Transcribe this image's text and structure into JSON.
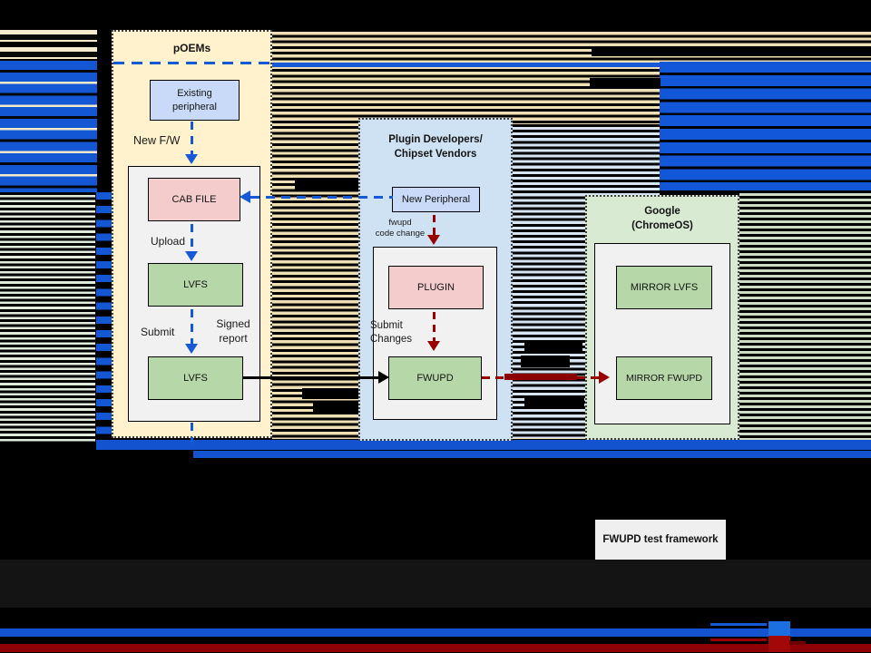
{
  "groups": {
    "poems": {
      "title": "pOEMs",
      "nodes": {
        "existing_peripheral": "Existing\nperipheral",
        "cab_file": "CAB FILE",
        "lvfs_top": "LVFS",
        "lvfs_bottom": "LVFS"
      },
      "labels": {
        "new_fw": "New F/W",
        "upload": "Upload",
        "submit": "Submit",
        "signed_report": "Signed\nreport"
      }
    },
    "plugin_developers": {
      "title": "Plugin Developers/\nChipset Vendors",
      "nodes": {
        "new_peripheral": "New Peripheral",
        "plugin": "PLUGIN",
        "fwupd": "FWUPD"
      },
      "labels": {
        "fwupd_code_change": "fwupd\ncode change",
        "submit_changes": "Submit\nChanges"
      }
    },
    "google": {
      "title": "Google\n(ChromeOS)",
      "nodes": {
        "mirror_lvfs": "MIRROR LVFS",
        "mirror_fwupd": "MIRROR FWUPD"
      }
    }
  },
  "footer": {
    "fwupd_test_framework": "FWUPD test framework"
  },
  "colors": {
    "arrow_blue": "#1659D6",
    "arrow_red": "#990000",
    "arrow_black": "#000000",
    "group_cream": "#FFF2CC",
    "group_light_blue": "#CFE2F3",
    "group_light_green": "#D9EAD3",
    "node_pink": "#F4CCCC",
    "node_green": "#B6D7A8",
    "node_blue": "#C9DAF8",
    "panel_gray": "#F1F1F1",
    "glitch_tan_stripe": "#EFDFB4",
    "glitch_blue_bar": "#1257D8",
    "glitch_bottom_blue_band": "#1353CF",
    "glitch_bottom_red_band": "#8E0000"
  }
}
